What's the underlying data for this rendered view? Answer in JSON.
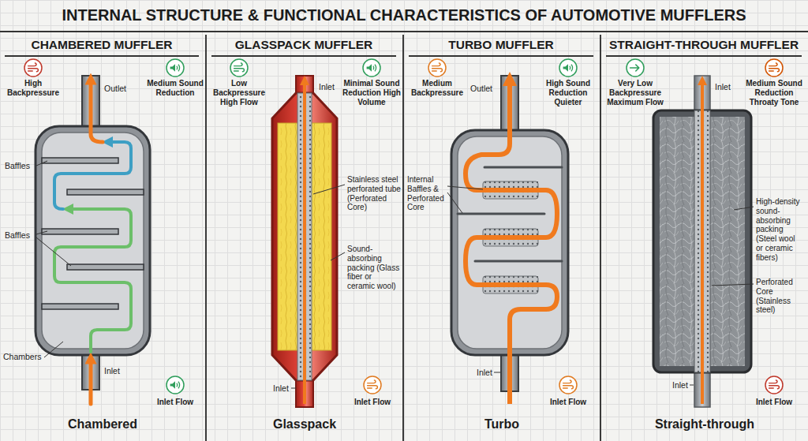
{
  "diagram": {
    "title": "INTERNAL STRUCTURE & FUNCTIONAL CHARACTERISTICS OF AUTOMOTIVE MUFFLERS",
    "nodes": [
      {
        "text": [
          "CHAMBERED MUFFLER",
          "Chambered"
        ]
      },
      {
        "text": [
          "GLASSPACK MUFFLER",
          "Glasspack"
        ]
      },
      {
        "text": [
          "TURBO MUFFLER",
          "Turbo"
        ]
      },
      {
        "text": [
          "STRAIGHT-THROUGH MUFFLER",
          "Straight-through"
        ]
      }
    ],
    "labels": [
      "High Backpressure",
      "Medium Sound Reduction",
      "Outlet",
      "Baffles",
      "Baffles",
      "Chambers",
      "Inlet",
      "Inlet Flow",
      "Low Backpressure High Flow",
      "Minimal Sound Reduction High Volume",
      "Inlet",
      "Stainless steel perforated tube (Perforated Core)",
      "Sound-absorbing packing (Glass fiber or ceramic wool)",
      "Inlet",
      "Inlet Flow",
      "Medium Backpressure",
      "High Sound Reduction Quieter",
      "Outlet",
      "Internal Baffles & Perforated Core",
      "Inlet",
      "Inlet Flow",
      "Very Low Backpressure Maximum Flow",
      "Medium Sound Reduction Throaty Tone",
      "Inlet",
      "High-density sound-absorbing packing (Steel wool or ceramic fibers)",
      "Perforated Core (Stainless steel)",
      "Inlet",
      "Inlet Flow"
    ]
  }
}
